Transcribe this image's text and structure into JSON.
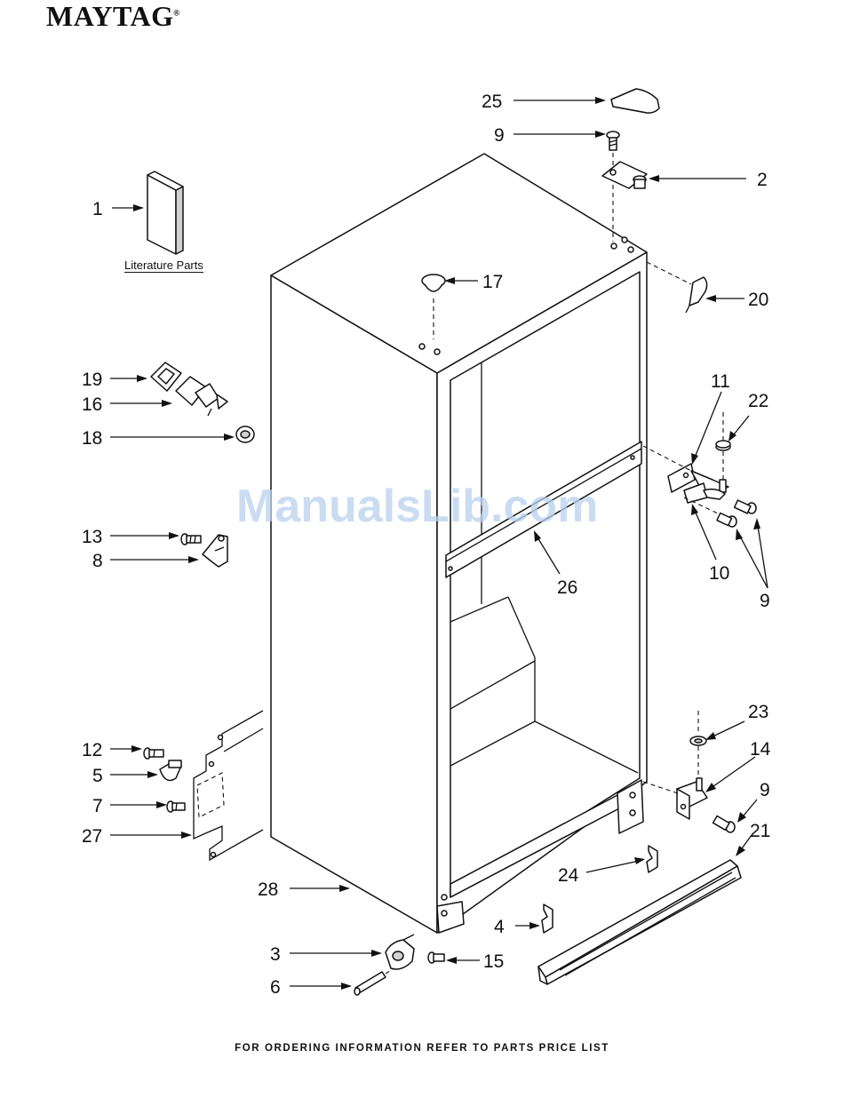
{
  "brand": {
    "name": "MAYTAG",
    "mark": "®"
  },
  "watermark": "ManualsLib.com",
  "literature_label": "Literature Parts",
  "footer": "FOR ORDERING INFORMATION REFER TO PARTS PRICE LIST",
  "callouts": {
    "c1": "1",
    "c2": "2",
    "c3": "3",
    "c4": "4",
    "c5": "5",
    "c6": "6",
    "c7": "7",
    "c8": "8",
    "c9a": "9",
    "c9b": "9",
    "c9c": "9",
    "c10": "10",
    "c11": "11",
    "c12": "12",
    "c13": "13",
    "c14": "14",
    "c15": "15",
    "c16": "16",
    "c17": "17",
    "c18": "18",
    "c19": "19",
    "c20": "20",
    "c21": "21",
    "c22": "22",
    "c23": "23",
    "c24": "24",
    "c25": "25",
    "c26": "26",
    "c27": "27",
    "c28": "28"
  }
}
